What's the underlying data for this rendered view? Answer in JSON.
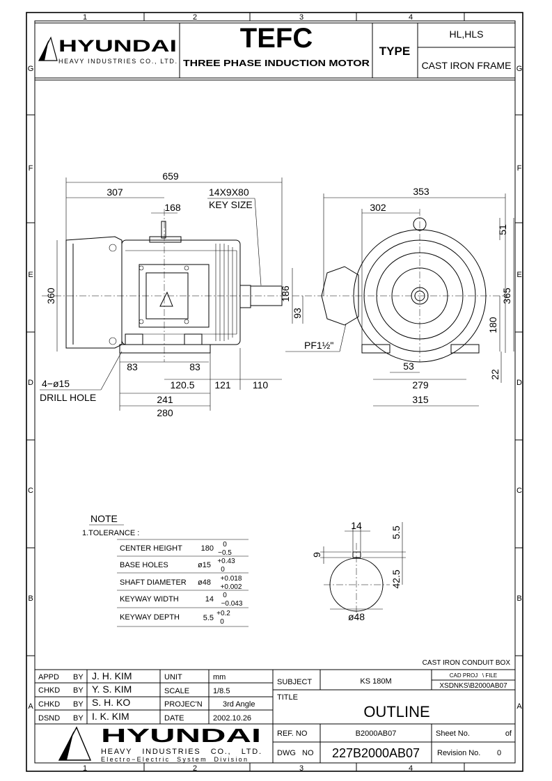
{
  "zones": {
    "columns": [
      "1",
      "2",
      "3",
      "4"
    ],
    "rows": [
      "G",
      "F",
      "E",
      "D",
      "C",
      "B",
      "A"
    ]
  },
  "header": {
    "logo_word": "HYUNDAI",
    "logo_sub": "HEAVY INDUSTRIES CO., LTD.",
    "title": "TEFC",
    "subtitle": "THREE PHASE INDUCTION MOTOR",
    "type_label": "TYPE",
    "type_value": "HL,HLS",
    "frame": "CAST IRON FRAME"
  },
  "side_view": {
    "dims": {
      "overall_length": "659",
      "to_shaft_shoulder": "307",
      "key_size": "14X9X80",
      "key_size_label": "KEY SIZE",
      "terminal": "168",
      "height": "360",
      "foot_left": "83",
      "foot_right": "83",
      "half_base": "120.5",
      "c": "121",
      "shaft_len": "110",
      "base_a": "241",
      "base_total": "280",
      "hole_count": "4−ø15",
      "hole_label": "DRILL HOLE",
      "shaft_height": "186"
    }
  },
  "front_view": {
    "dims": {
      "width_total": "353",
      "to_center": "302",
      "eye": "51",
      "overall_height": "365",
      "center_height": "180",
      "box_center": "93",
      "conduit": "PF1½\"",
      "foot_w": "53",
      "foot_h": "22",
      "base_b": "279",
      "base_total": "315"
    }
  },
  "shaft_section": {
    "key_width": "14",
    "key_depth": "5.5",
    "key_height": "9",
    "depth_to_center": "42.5",
    "diameter": "ø48"
  },
  "notes": {
    "heading": "NOTE",
    "item": "1.TOLERANCE :",
    "rows": [
      {
        "label": "CENTER HEIGHT",
        "nominal": "180",
        "upper": "0",
        "lower": "−0.5"
      },
      {
        "label": "BASE HOLES",
        "nominal": "ø15",
        "upper": "+0.43",
        "lower": "0"
      },
      {
        "label": "SHAFT DIAMETER",
        "nominal": "ø48",
        "upper": "+0.018",
        "lower": "+0.002"
      },
      {
        "label": "KEYWAY WIDTH",
        "nominal": "14",
        "upper": "0",
        "lower": "−0.043"
      },
      {
        "label": "KEYWAY DEPTH",
        "nominal": "5.5",
        "upper": "+0.2",
        "lower": "0"
      }
    ]
  },
  "title_block": {
    "conduit_note": "CAST IRON CONDUIT BOX",
    "signatures": [
      {
        "role": "APPD",
        "by": "BY",
        "name": "J. H. KIM",
        "key": "UNIT",
        "value": "mm"
      },
      {
        "role": "CHKD",
        "by": "BY",
        "name": "Y. S. KIM",
        "key": "SCALE",
        "value": "1/8.5"
      },
      {
        "role": "CHKD",
        "by": "BY",
        "name": "S. H. KO",
        "key": "PROJEC'N",
        "value": "3rd Angle"
      },
      {
        "role": "DSND",
        "by": "BY",
        "name": "I. K. KIM",
        "key": "DATE",
        "value": "2002.10.26"
      }
    ],
    "subject_label": "SUBJECT",
    "subject_value": "KS 180M",
    "cad_label": "CAD PROJ   \\ FILE",
    "cad_value": "XSDNKS\\B2000AB07",
    "title_label": "TITLE",
    "title_value": "OUTLINE",
    "ref_label": "REF. NO",
    "ref_value": "B2000AB07",
    "sheet_label": "Sheet No.",
    "sheet_of": "of",
    "dwg_label": "DWG   NO",
    "dwg_value": "227B2000AB07",
    "revision_label": "Revision No.",
    "revision_value": "0",
    "logo_word": "HYUNDAI",
    "logo_line1": "HEAVY   INDUSTRIES   CO.,   LTD.",
    "logo_line2": "Electro−Electric  System  Division"
  }
}
